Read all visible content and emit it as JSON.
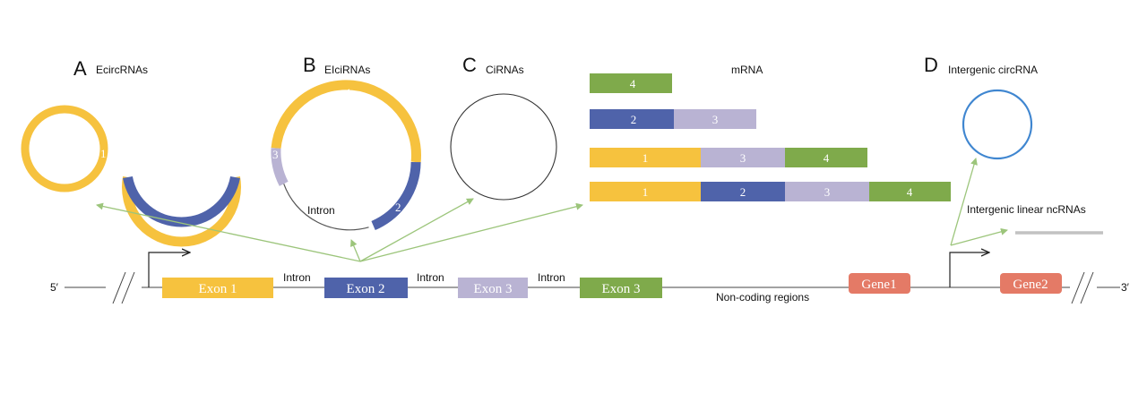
{
  "colors": {
    "yellow": "#F6C23E",
    "blue": "#4F63AA",
    "lavender": "#B9B3D3",
    "green": "#7FAA4B",
    "gene": "#E47A66",
    "arrow_green": "#9CC57B",
    "ring_blue": "#3F86D0"
  },
  "panels": {
    "a": {
      "letter": "A",
      "title": "EcircRNAs"
    },
    "b": {
      "letter": "B",
      "title": "EIciRNAs",
      "intron_label": "Intron"
    },
    "c": {
      "letter": "C",
      "title": "CiRNAs"
    },
    "d": {
      "letter": "D",
      "title": "Intergenic circRNA",
      "linear_label": "Intergenic linear ncRNAs"
    }
  },
  "segment_numbers": {
    "one": "1",
    "two": "2",
    "three": "3",
    "four": "4"
  },
  "mrna": {
    "title": "mRNA"
  },
  "gene_map": {
    "five_prime": "5′",
    "three_prime": "3′",
    "exon1": "Exon 1",
    "exon2": "Exon 2",
    "exon3a": "Exon 3",
    "exon3b": "Exon 3",
    "intron": "Intron",
    "noncoding": "Non-coding regions",
    "gene1": "Gene1",
    "gene2": "Gene2"
  }
}
